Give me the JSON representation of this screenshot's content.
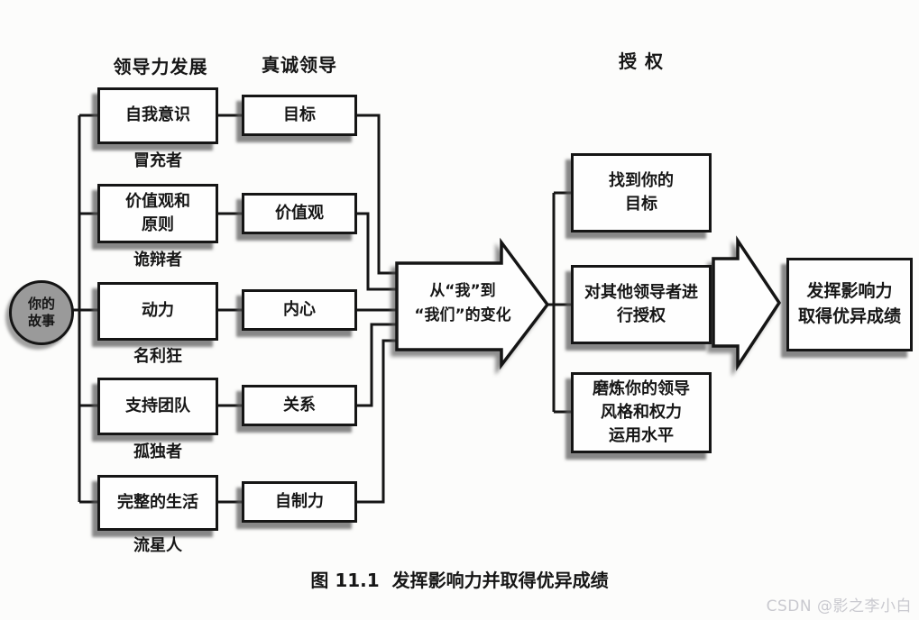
{
  "diagram": {
    "columns": {
      "leadership_dev": {
        "header": "领导力发展",
        "items": [
          {
            "box": "自我意识",
            "label": "冒充者"
          },
          {
            "box": "价值观和\n原则",
            "label": "诡辩者"
          },
          {
            "box": "动力",
            "label": "名利狂"
          },
          {
            "box": "支持团队",
            "label": "孤独者"
          },
          {
            "box": "完整的生活",
            "label": "流星人"
          }
        ]
      },
      "authentic_leadership": {
        "header": "真诚领导",
        "items": [
          {
            "box": "目标"
          },
          {
            "box": "价值观"
          },
          {
            "box": "内心"
          },
          {
            "box": "关系"
          },
          {
            "box": "自制力"
          }
        ]
      },
      "empowerment": {
        "header": "授 权",
        "items": [
          {
            "box": "找到你的\n目标"
          },
          {
            "box": "对其他领导者进\n行授权"
          },
          {
            "box": "磨炼你的领导\n风格和权力\n运用水平"
          }
        ]
      }
    },
    "story_circle": "你的\n故事",
    "transition_arrow": "从“我”到\n“我们”的变化",
    "result_box": "发挥影响力\n取得优异成绩",
    "caption": "图 11.1  发挥影响力并取得优异成绩",
    "watermark": "CSDN @影之李小白",
    "colors": {
      "background": "#fcfcfb",
      "line": "#151515",
      "box_fill": "#fefefe",
      "circle_fill": "#9a9a9a",
      "shadow": "#555555",
      "watermark_text": "#c9c9cf"
    }
  }
}
